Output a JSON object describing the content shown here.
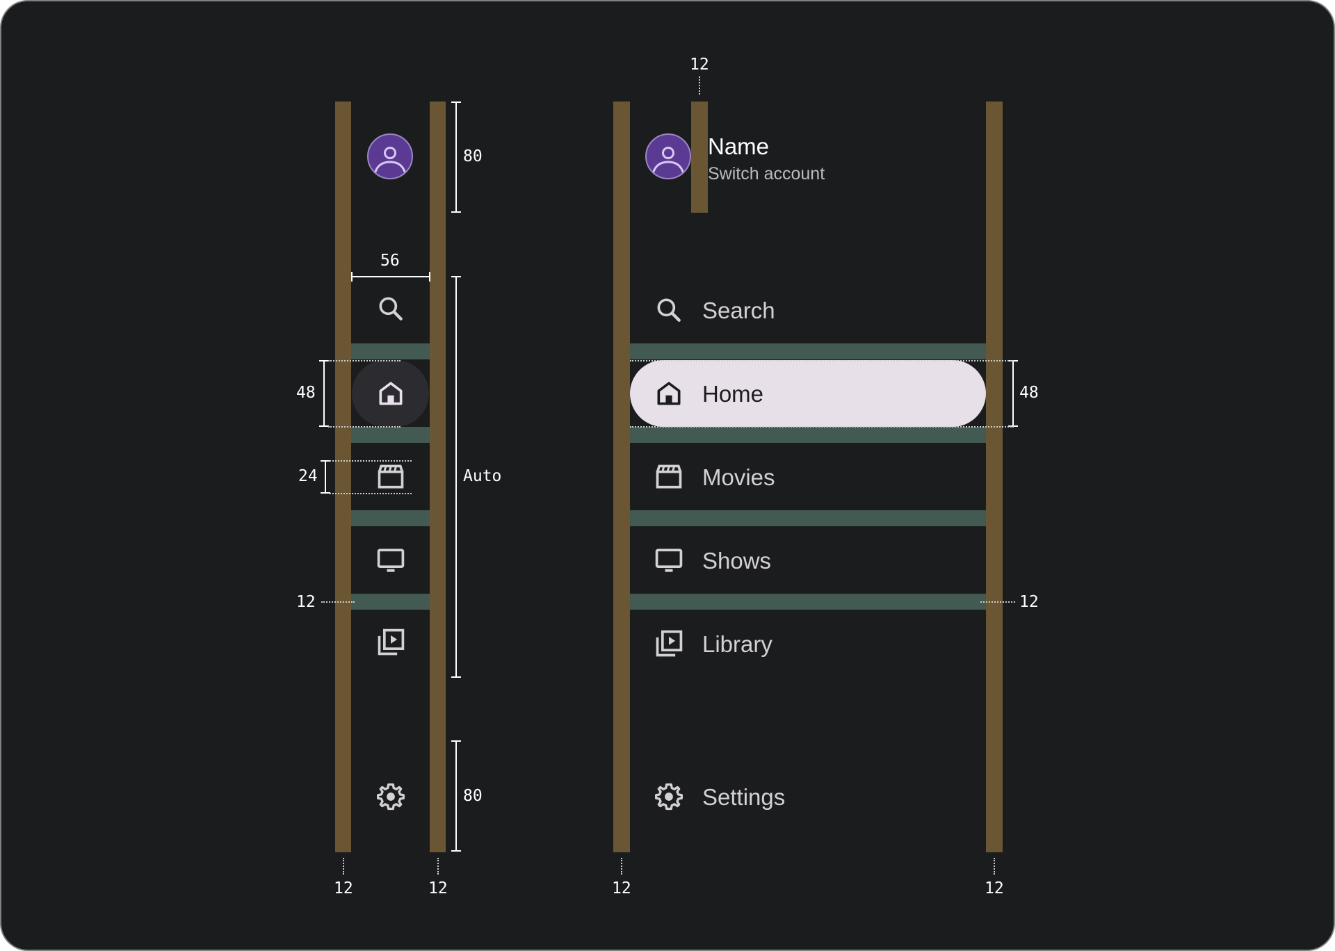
{
  "colors": {
    "background": "#1b1c1e",
    "spec_margin": "#6b5633",
    "spec_gap": "#425a52",
    "active_indicator_rail": "#2c2b30",
    "active_indicator_drawer": "#e7e0e9",
    "avatar": "#5b3a94"
  },
  "header": {
    "name": "Name",
    "switch_account": "Switch account",
    "avatar_icon": "account-circle-icon"
  },
  "nav": {
    "items": [
      {
        "label": "Search",
        "icon": "search-icon"
      },
      {
        "label": "Home",
        "icon": "home-icon",
        "active": true
      },
      {
        "label": "Movies",
        "icon": "movie-clapper-icon"
      },
      {
        "label": "Shows",
        "icon": "tv-icon"
      },
      {
        "label": "Library",
        "icon": "video-library-icon"
      }
    ],
    "settings": {
      "label": "Settings",
      "icon": "gear-icon"
    }
  },
  "annotations": {
    "header_height": "80",
    "item_width": "56",
    "items_height": "Auto",
    "footer_height": "80",
    "active_height": "48",
    "icon_size": "24",
    "item_gap": "12",
    "rail_left_margin": "12",
    "rail_right_margin": "12",
    "drawer_left_margin": "12",
    "drawer_right_margin": "12",
    "drawer_top_margin": "12",
    "drawer_gap": "12",
    "drawer_active_height": "48"
  }
}
